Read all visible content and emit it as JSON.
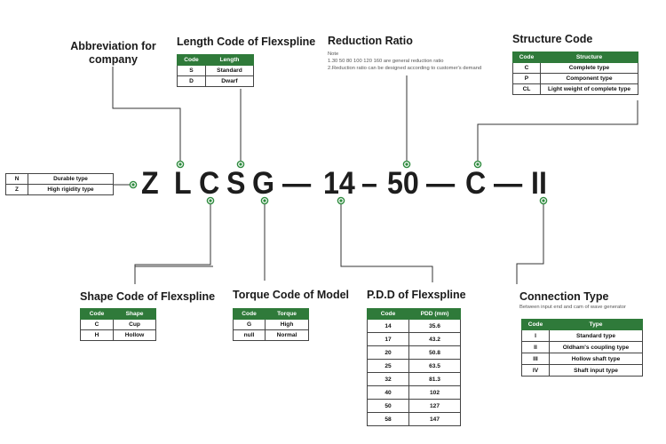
{
  "model_code": {
    "letters": [
      "Z",
      "L",
      "C",
      "S",
      "G",
      "—",
      "14",
      "–",
      "50",
      "—",
      "C",
      "—",
      "II"
    ]
  },
  "abbreviation": {
    "title": "Abbreviation for\ncompany"
  },
  "body_type": {
    "rows": [
      [
        "N",
        "Durable type"
      ],
      [
        "Z",
        "High rigidity type"
      ]
    ]
  },
  "length_code": {
    "title": "Length Code of Flexspline",
    "headers": [
      "Code",
      "Length"
    ],
    "rows": [
      [
        "S",
        "Standard"
      ],
      [
        "D",
        "Dwarf"
      ]
    ]
  },
  "reduction_ratio": {
    "title": "Reduction Ratio",
    "note_lines": [
      "Note",
      "1.30 50 80 100 120 160 are general reduction ratio",
      "2.Reduction ratio can be designed according to customer's demand"
    ]
  },
  "structure_code": {
    "title": "Structure Code",
    "headers": [
      "Code",
      "Structure"
    ],
    "rows": [
      [
        "C",
        "Complete type"
      ],
      [
        "P",
        "Component type"
      ],
      [
        "CL",
        "Light weight of complete type"
      ]
    ]
  },
  "shape_code": {
    "title": "Shape Code of Flexspline",
    "headers": [
      "Code",
      "Shape"
    ],
    "rows": [
      [
        "C",
        "Cup"
      ],
      [
        "H",
        "Hollow"
      ]
    ]
  },
  "torque_code": {
    "title": "Torque Code of Model",
    "headers": [
      "Code",
      "Torque"
    ],
    "rows": [
      [
        "G",
        "High"
      ],
      [
        "null",
        "Normal"
      ]
    ]
  },
  "pdd": {
    "title": "P.D.D of  Flexspline",
    "headers": [
      "Code",
      "PDD (mm)"
    ],
    "rows": [
      [
        "14",
        "35.6"
      ],
      [
        "17",
        "43.2"
      ],
      [
        "20",
        "50.8"
      ],
      [
        "25",
        "63.5"
      ],
      [
        "32",
        "81.3"
      ],
      [
        "40",
        "102"
      ],
      [
        "50",
        "127"
      ],
      [
        "58",
        "147"
      ]
    ]
  },
  "connection_type": {
    "title": "Connection Type",
    "subtitle": "Between input end and cam of wave generator",
    "headers": [
      "Code",
      "Type"
    ],
    "rows": [
      [
        "I",
        "Standard type"
      ],
      [
        "II",
        "Oldham's coupling type"
      ],
      [
        "III",
        "Hollow shaft type"
      ],
      [
        "IV",
        "Shaft input type"
      ]
    ]
  },
  "colors": {
    "header_green": "#2f7a3a",
    "dot_green": "#2e8b3e",
    "line": "#333333"
  }
}
